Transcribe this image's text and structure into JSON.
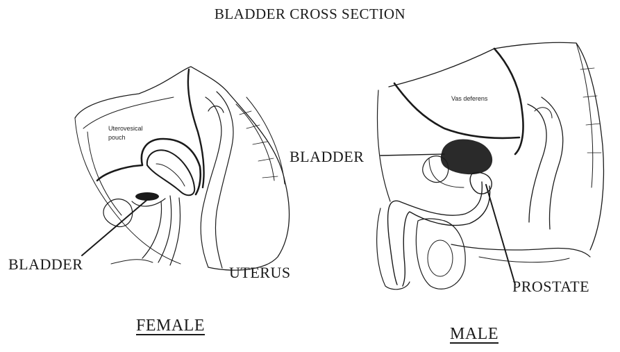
{
  "title": "BLADDER CROSS SECTION",
  "female": {
    "caption": "FEMALE",
    "label_bladder": "BLADDER",
    "label_uterus": "UTERUS",
    "small_label_1": "Uterovesical",
    "small_label_2": "pouch"
  },
  "male": {
    "caption": "MALE",
    "label_bladder": "BLADDER",
    "label_prostate": "PROSTATE",
    "small_label": "Vas deferens"
  },
  "colors": {
    "ink": "#1a1a1a",
    "background": "#ffffff"
  }
}
